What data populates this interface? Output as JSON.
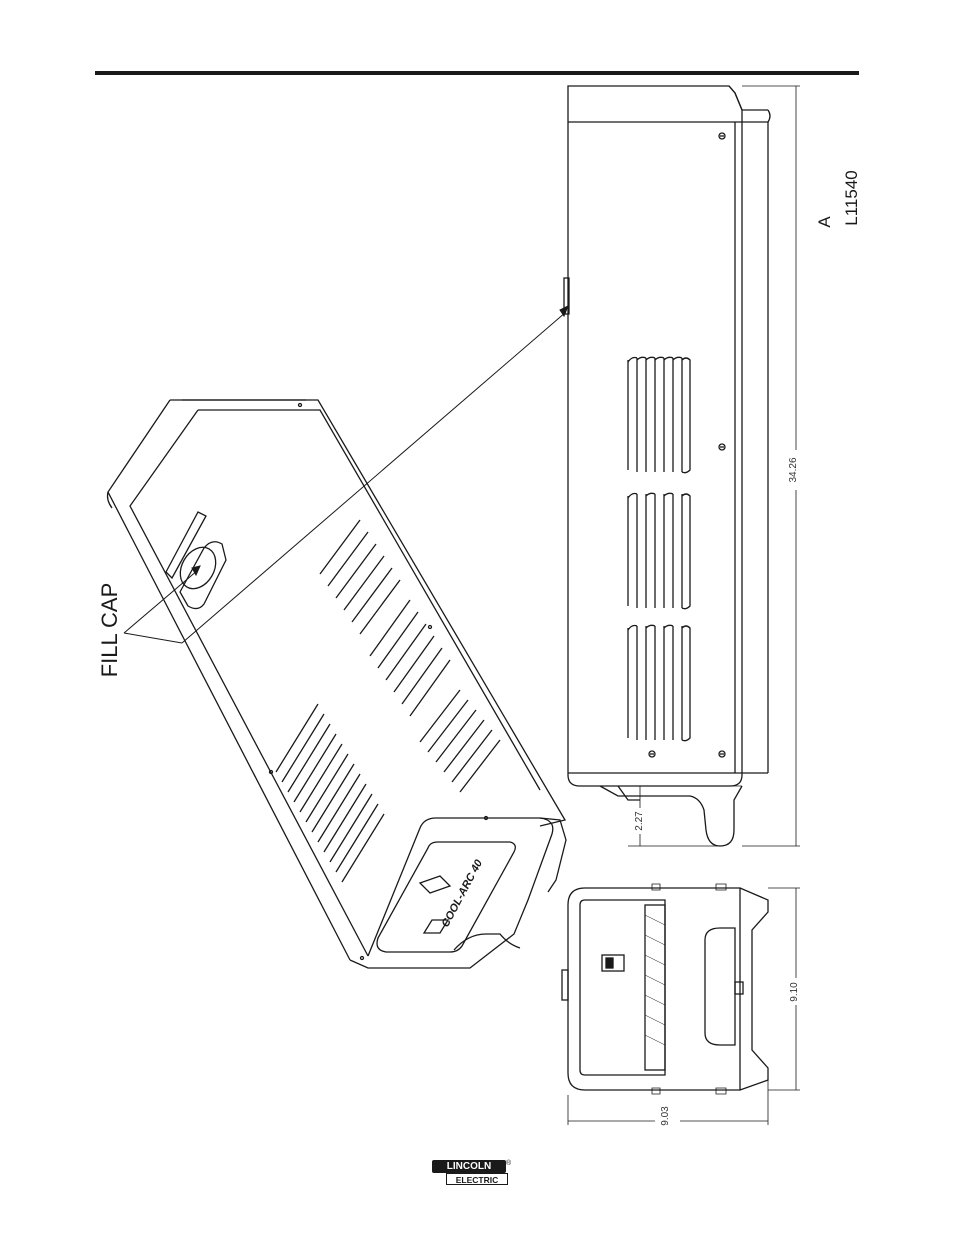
{
  "callout": {
    "fill_cap": "FILL CAP"
  },
  "dimensions": {
    "length": "34.26",
    "foot_height": "2.27",
    "height": "9.10",
    "width": "9.03"
  },
  "drawing_ref": {
    "revision": "A",
    "number": "L11540"
  },
  "badge": {
    "text": "COOL-ARC 40"
  },
  "logo": {
    "top": "LINCOLN",
    "bottom": "ELECTRIC",
    "mark": "®"
  },
  "colors": {
    "ink": "#1a1a1a",
    "paper": "#ffffff"
  }
}
